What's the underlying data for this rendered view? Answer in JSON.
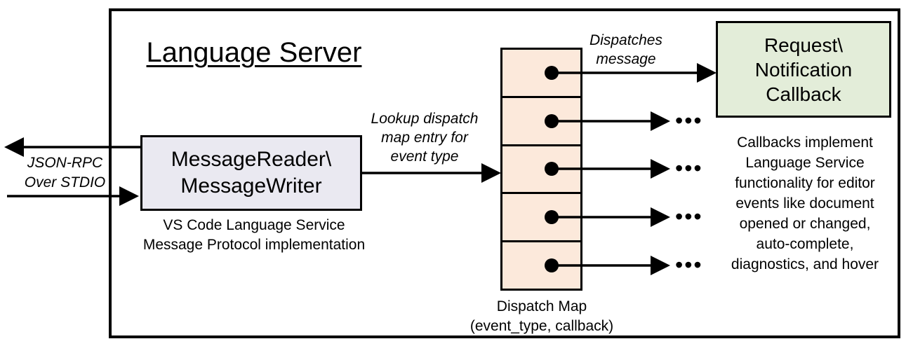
{
  "title": "Language Server",
  "io_arrows": {
    "label": "JSON-RPC\nOver STDIO"
  },
  "message_reader": {
    "label": "MessageReader\\\nMessageWriter",
    "caption": "VS Code Language Service\nMessage Protocol implementation"
  },
  "lookup_arrow": {
    "label": "Lookup dispatch\nmap entry for\nevent type"
  },
  "dispatch_arrow": {
    "label": "Dispatches\nmessage"
  },
  "dispatch_map": {
    "caption": "Dispatch Map\n(event_type, callback)",
    "row_count": 5,
    "ellipsis": "•••"
  },
  "callback_box": {
    "label": "Request\\\nNotification\nCallback",
    "description": "Callbacks implement\nLanguage Service\nfunctionality for editor\nevents like document\nopened or changed,\nauto-complete,\ndiagnostics, and hover"
  },
  "colors": {
    "stroke": "#000000",
    "message_reader_fill": "#EAE9F1",
    "callback_fill": "#E3EDD9",
    "dispatch_cell_fill": "#FCE9DB"
  }
}
